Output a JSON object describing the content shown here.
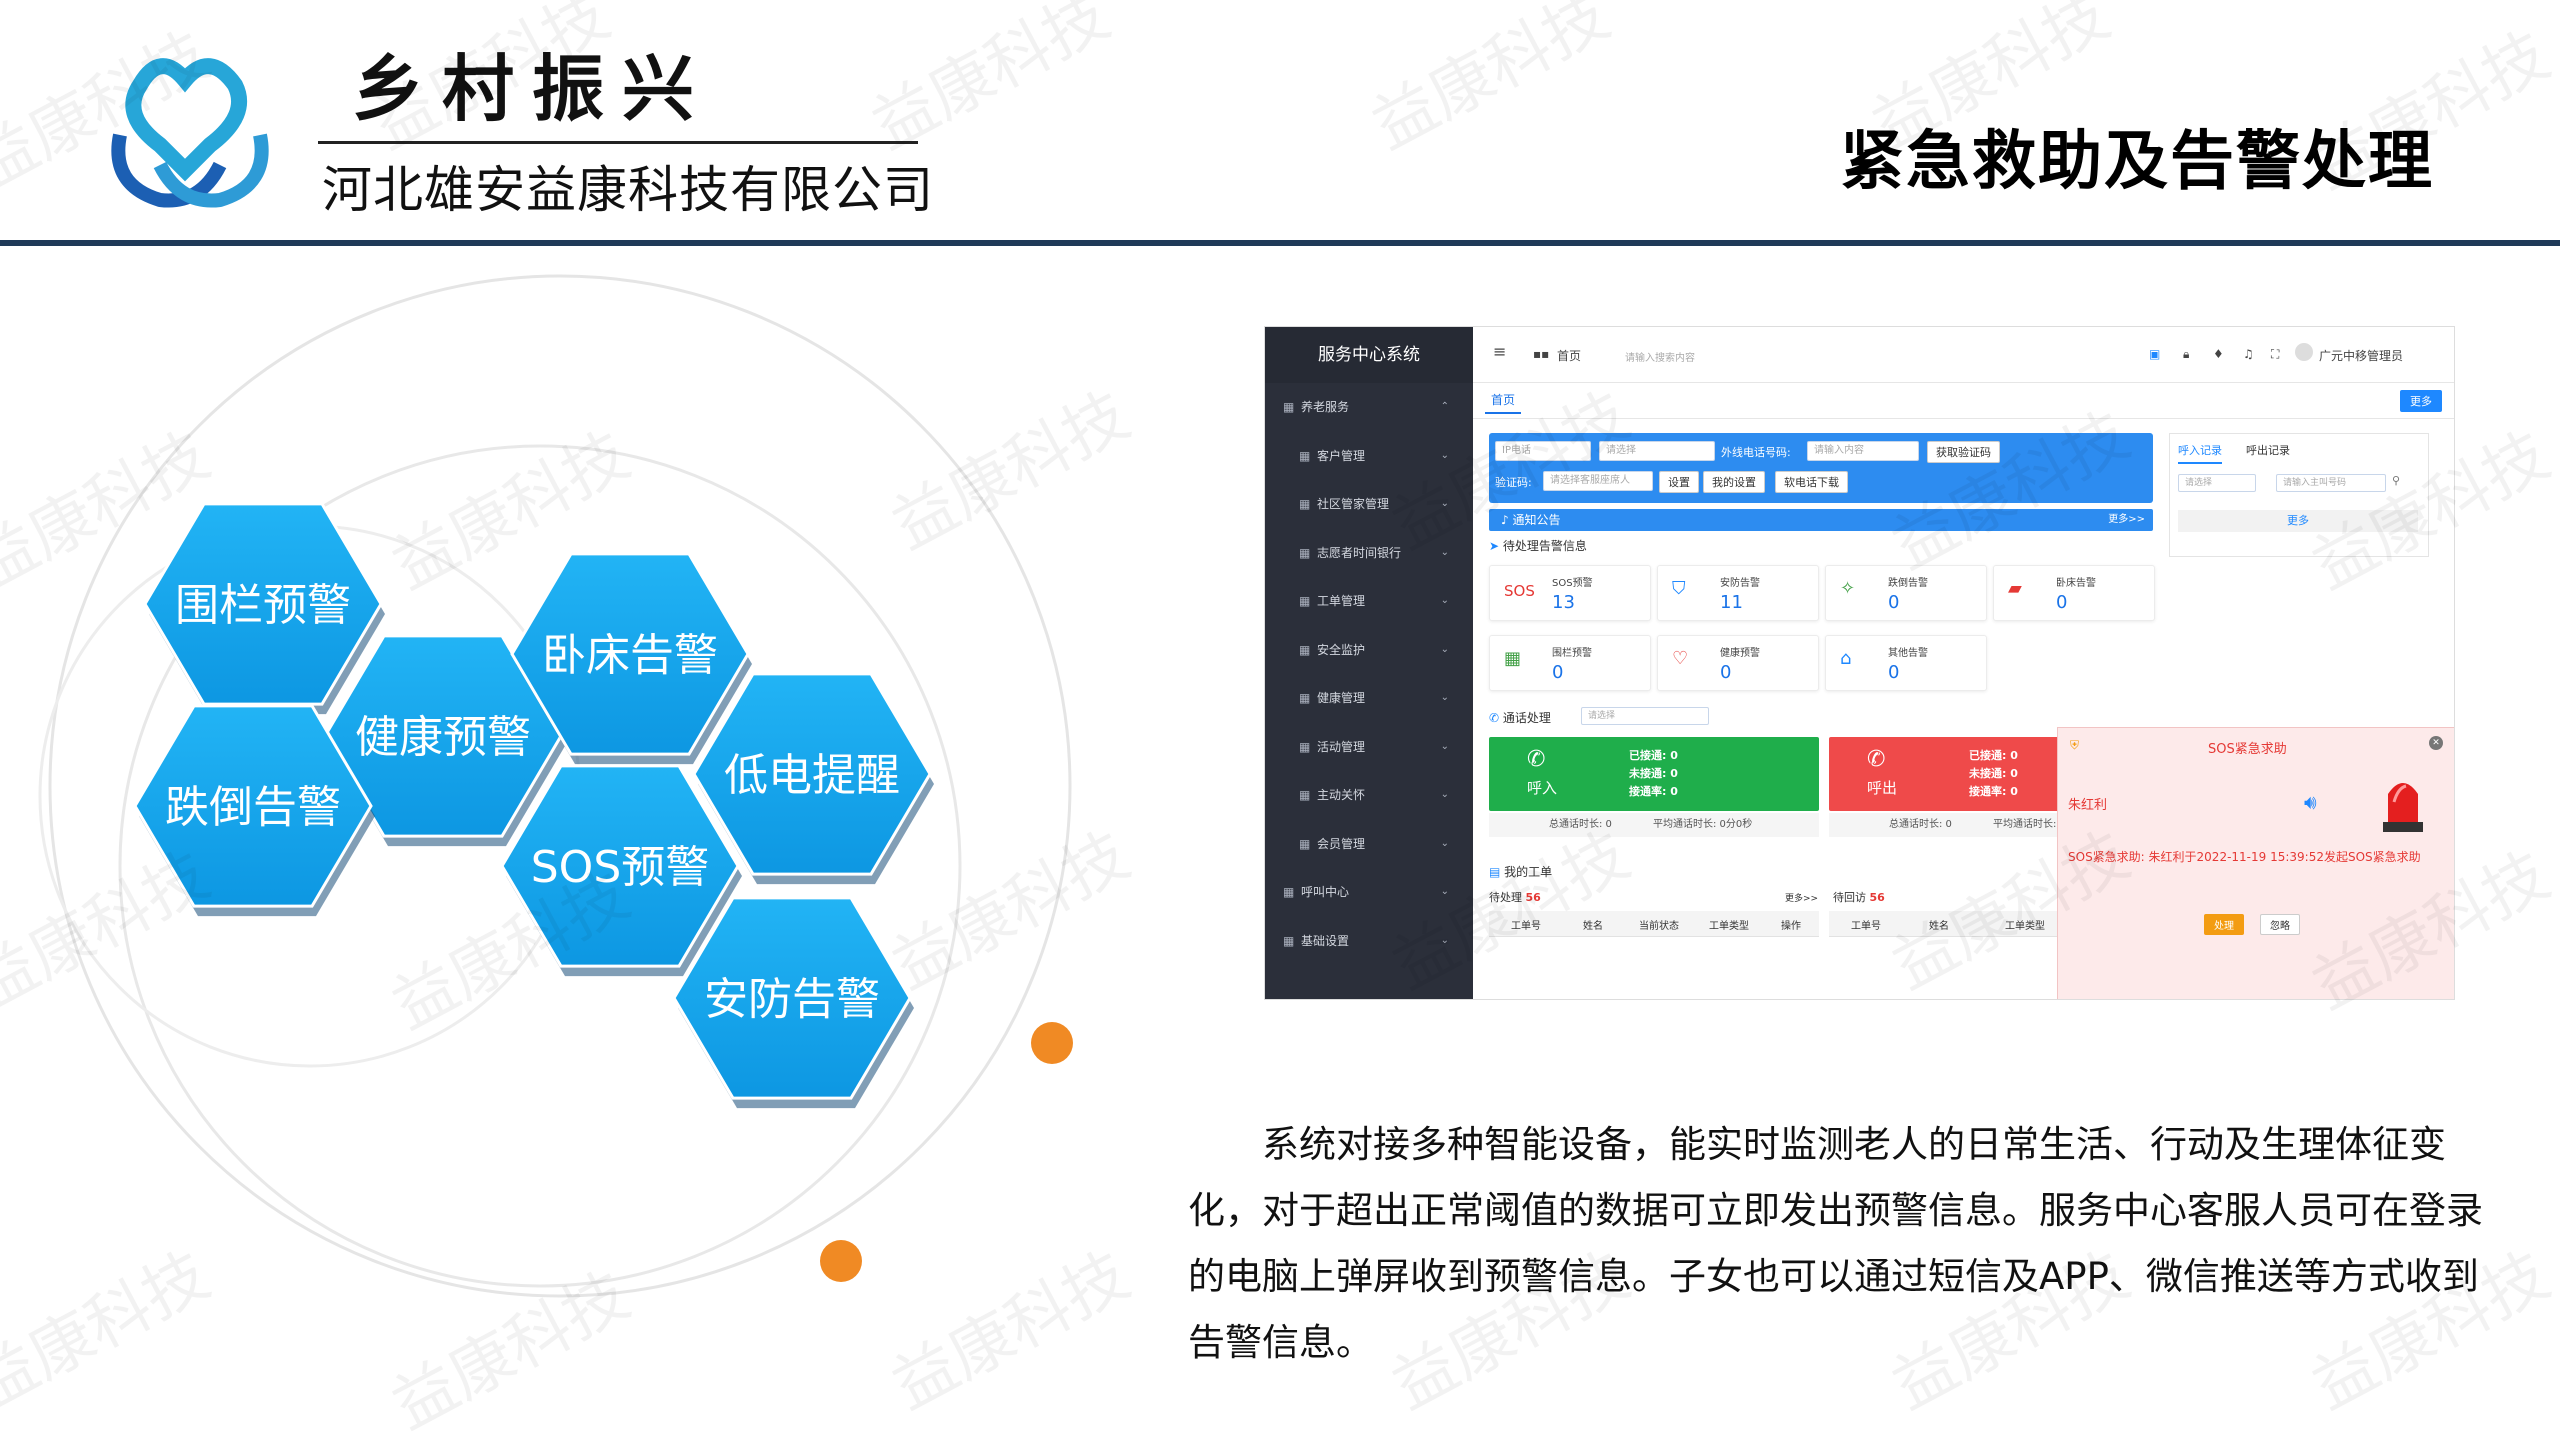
{
  "header": {
    "slogan": "乡村振兴",
    "company": "河北雄安益康科技有限公司",
    "title": "紧急救助及告警处理"
  },
  "watermark": "益康科技",
  "hexagons": [
    "围栏预警",
    "健康预警",
    "卧床告警",
    "跌倒告警",
    "低电提醒",
    "SOS预警",
    "安防告警"
  ],
  "app": {
    "sidebar_title": "服务中心系统",
    "sidebar": [
      {
        "label": "养老服务",
        "sub": false
      },
      {
        "label": "客户管理",
        "sub": true
      },
      {
        "label": "社区管家管理",
        "sub": true
      },
      {
        "label": "志愿者时间银行",
        "sub": true
      },
      {
        "label": "工单管理",
        "sub": true
      },
      {
        "label": "安全监护",
        "sub": true
      },
      {
        "label": "健康管理",
        "sub": true
      },
      {
        "label": "活动管理",
        "sub": true
      },
      {
        "label": "主动关怀",
        "sub": true
      },
      {
        "label": "会员管理",
        "sub": true
      },
      {
        "label": "呼叫中心",
        "sub": false
      },
      {
        "label": "基础设置",
        "sub": false
      }
    ],
    "topbar": {
      "home": "首页",
      "search_placeholder": "请输入搜索内容",
      "user": "广元中移管理员"
    },
    "tab_home": "首页",
    "more": "更多",
    "phone": {
      "ext_placeholder": "IP电话",
      "select_placeholder": "请选择",
      "outside_label": "外线电话号码:",
      "outside_placeholder": "请输入内容",
      "get_code": "获取验证码",
      "code_label": "验证码:",
      "code_placeholder": "请选择客服座席人",
      "set": "设置",
      "my_settings": "我的设置",
      "download": "软电话下载"
    },
    "notice": {
      "label": "通知公告",
      "more": "更多>>"
    },
    "alerts_title": "待处理告警信息",
    "alerts": [
      {
        "icon": "SOS",
        "label": "SOS预警",
        "value": "13",
        "color": "#e53935"
      },
      {
        "icon": "⛉",
        "label": "安防告警",
        "value": "11",
        "color": "#1e88ff"
      },
      {
        "icon": "✧",
        "label": "跌倒告警",
        "value": "0",
        "color": "#43a047"
      },
      {
        "icon": "▰",
        "label": "卧床告警",
        "value": "0",
        "color": "#e53935"
      },
      {
        "icon": "▦",
        "label": "围栏预警",
        "value": "0",
        "color": "#43a047"
      },
      {
        "icon": "♡",
        "label": "健康预警",
        "value": "0",
        "color": "#e53935"
      },
      {
        "icon": "⌂",
        "label": "其他告警",
        "value": "0",
        "color": "#1e88ff"
      }
    ],
    "call": {
      "title": "通话处理",
      "select": "请选择",
      "incoming": "呼入",
      "outgoing": "呼出",
      "connected": "已接通: 0",
      "missed": "未接通: 0",
      "rate": "接通率: 0",
      "total": "总通话时长: 0",
      "avg": "平均通话时长: 0分0秒",
      "avg_short": "平均通话时长:"
    },
    "right_panel": {
      "tab1": "呼入记录",
      "tab2": "呼出记录",
      "select": "请选择",
      "input": "请输入主叫号码",
      "more": "更多"
    },
    "workorder": {
      "title": "我的工单",
      "pending": "待处理",
      "pending_count": "56",
      "more": "更多>>",
      "followup": "待回访",
      "followup_count": "56",
      "cols_left": [
        "工单号",
        "姓名",
        "当前状态",
        "工单类型",
        "操作"
      ],
      "cols_right": [
        "工单号",
        "姓名",
        "工单类型"
      ]
    },
    "sos": {
      "title": "SOS紧急求助",
      "name": "朱红利",
      "message": "SOS紧急求助: 朱红利于2022-11-19 15:39:52发起SOS紧急求助",
      "handle": "处理",
      "ignore": "忽略"
    }
  },
  "paragraph": "系统对接多种智能设备，能实时监测老人的日常生活、行动及生理体征变化，对于超出正常阈值的数据可立即发出预警信息。服务中心客服人员可在登录的电脑上弹屏收到预警信息。子女也可以通过短信及APP、微信推送等方式收到告警信息。"
}
